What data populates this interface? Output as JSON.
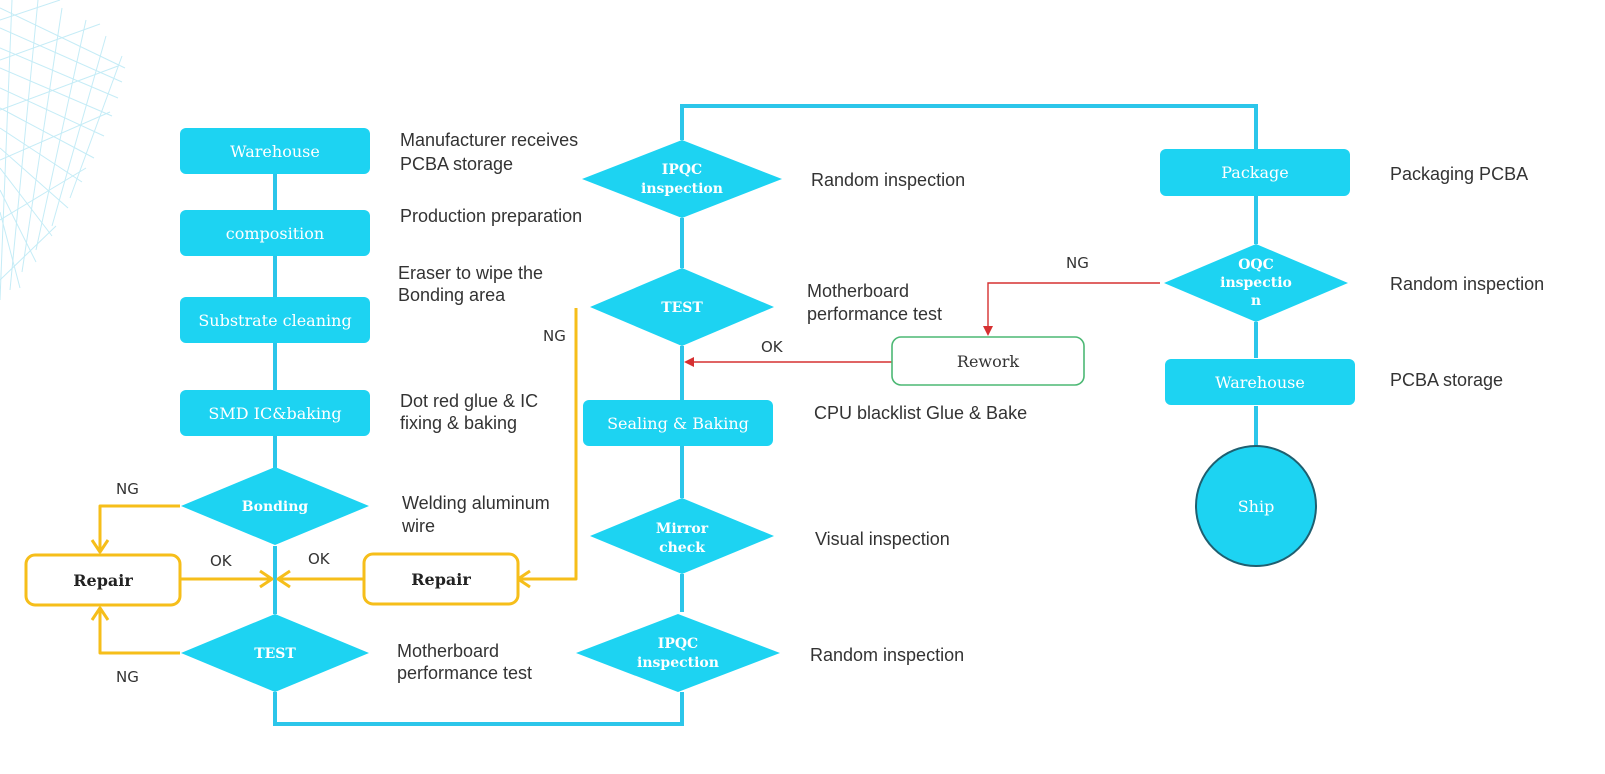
{
  "colors": {
    "node_fill": "#1dd3f2",
    "connector": "#2cc6ea",
    "repair_loop": "#f6be1a",
    "rework_border": "#4cb874",
    "rework_arrow": "#d63031",
    "ship_border": "#1f5f70",
    "text_dark": "#333333"
  },
  "nodes": {
    "warehouse_1": "Warehouse",
    "composition": "composition",
    "substrate_cleaning": "Substrate cleaning",
    "smd_ic_baking": "SMD IC&baking",
    "bonding": "Bonding",
    "test_1": "TEST",
    "repair_left": "Repair",
    "repair_mid": "Repair",
    "ipqc_top": [
      "IPQC",
      "inspection"
    ],
    "test_2": "TEST",
    "sealing_baking": "Sealing & Baking",
    "mirror_check": [
      "Mirror",
      "check"
    ],
    "ipqc_bottom": [
      "IPQC",
      "inspection"
    ],
    "package": "Package",
    "oqc_inspection": [
      "OQC",
      "inspectio",
      "n"
    ],
    "rework": "Rework",
    "warehouse_2": "Warehouse",
    "ship": "Ship"
  },
  "descriptions": {
    "warehouse_1": [
      "Manufacturer receives",
      "PCBA storage"
    ],
    "composition": [
      "Production preparation"
    ],
    "substrate_cleaning": [
      "Eraser to wipe the",
      "Bonding area"
    ],
    "smd_ic_baking": [
      "Dot red glue & IC",
      "fixing & baking"
    ],
    "bonding": [
      "Welding aluminum",
      "wire"
    ],
    "test_1": [
      "Motherboard",
      "performance test"
    ],
    "ipqc_top": [
      "Random inspection"
    ],
    "test_2": [
      "Motherboard",
      "performance test"
    ],
    "sealing_baking": [
      "CPU blacklist Glue & Bake"
    ],
    "mirror_check": [
      "Visual inspection"
    ],
    "ipqc_bottom": [
      "Random inspection"
    ],
    "package": [
      "Packaging PCBA"
    ],
    "oqc_inspection": [
      "Random inspection"
    ],
    "warehouse_2": [
      "PCBA storage"
    ]
  },
  "labels": {
    "ng_bonding": "NG",
    "ng_test_1": "NG",
    "ok_repair_left": "OK",
    "ok_repair_mid": "OK",
    "ng_test_2": "NG",
    "ng_oqc": "NG",
    "ok_rework": "OK"
  }
}
